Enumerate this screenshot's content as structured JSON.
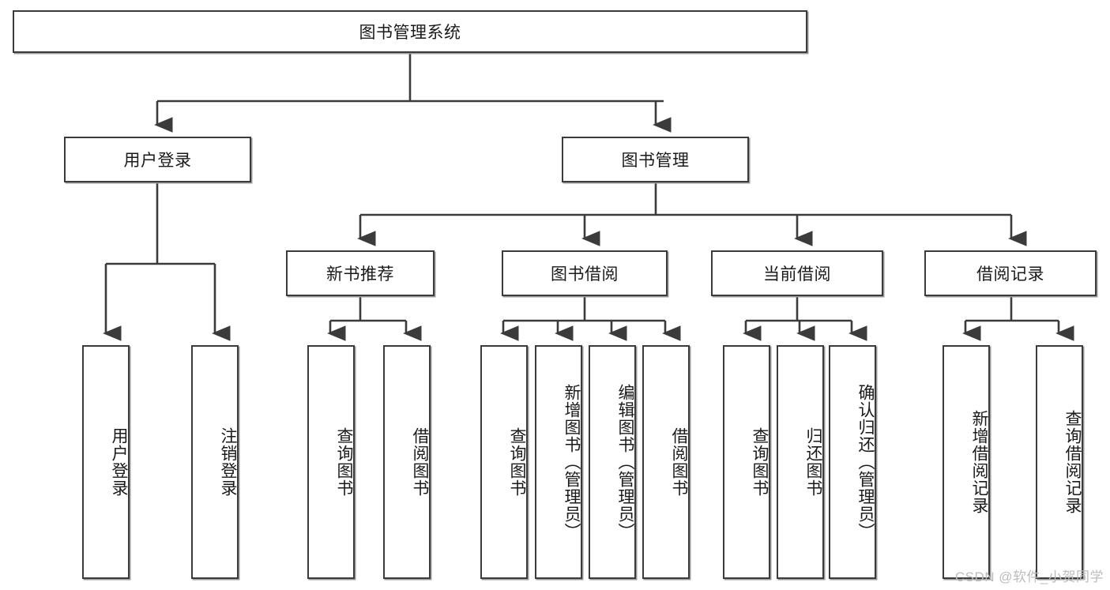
{
  "diagram": {
    "type": "tree",
    "title_node": {
      "label": "图书管理系统"
    },
    "level2": [
      {
        "id": "user-login",
        "label": "用户登录"
      },
      {
        "id": "book-management",
        "label": "图书管理"
      }
    ],
    "level3": [
      {
        "id": "new-book-recommend",
        "label": "新书推荐",
        "parent": "book-management"
      },
      {
        "id": "book-borrow",
        "label": "图书借阅",
        "parent": "book-management"
      },
      {
        "id": "current-borrow",
        "label": "当前借阅",
        "parent": "book-management"
      },
      {
        "id": "borrow-record",
        "label": "借阅记录",
        "parent": "book-management"
      }
    ],
    "leaves": [
      {
        "id": "leaf-user-login",
        "label": "用户登录",
        "parent": "user-login"
      },
      {
        "id": "leaf-logout-login",
        "label": "注销登录",
        "parent": "user-login"
      },
      {
        "id": "leaf-query-book-1",
        "label": "查询图书",
        "parent": "new-book-recommend"
      },
      {
        "id": "leaf-borrow-book-1",
        "label": "借阅图书",
        "parent": "new-book-recommend"
      },
      {
        "id": "leaf-query-book-2",
        "label": "查询图书",
        "parent": "book-borrow"
      },
      {
        "id": "leaf-add-book",
        "label": "新增图书（管理员）",
        "parent": "book-borrow"
      },
      {
        "id": "leaf-edit-book",
        "label": "编辑图书（管理员）",
        "parent": "book-borrow"
      },
      {
        "id": "leaf-borrow-book-2",
        "label": "借阅图书",
        "parent": "book-borrow"
      },
      {
        "id": "leaf-query-book-3",
        "label": "查询图书",
        "parent": "current-borrow"
      },
      {
        "id": "leaf-return-book",
        "label": "归还图书",
        "parent": "current-borrow"
      },
      {
        "id": "leaf-confirm-return",
        "label": "确认归还（管理员）",
        "parent": "current-borrow"
      },
      {
        "id": "leaf-add-borrow-record",
        "label": "新增借阅记录",
        "parent": "borrow-record"
      },
      {
        "id": "leaf-query-borrow-record",
        "label": "查询借阅记录",
        "parent": "borrow-record"
      }
    ]
  },
  "watermark": {
    "text": "CSDN @软件_小贺同学"
  },
  "colors": {
    "stroke": "#3b3b3b",
    "shadow": "#9a9a9a",
    "text": "#1a1a1a",
    "background": "#ffffff",
    "watermark": "#bcbcbc"
  }
}
